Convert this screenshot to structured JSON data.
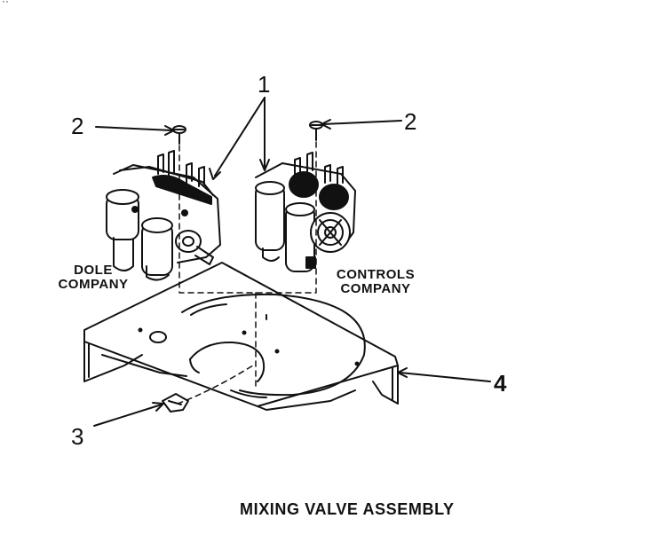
{
  "diagram": {
    "title": "MIXING VALVE ASSEMBLY",
    "callouts": [
      "1",
      "2",
      "2",
      "3",
      "4"
    ],
    "manufacturers": {
      "left": [
        "DOLE",
        "COMPANY"
      ],
      "right": [
        "CONTROLS",
        "COMPANY"
      ]
    },
    "ink_color": "#111111"
  }
}
